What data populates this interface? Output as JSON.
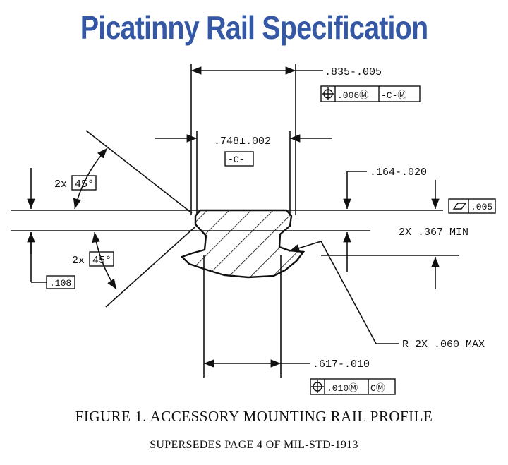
{
  "title": "Picatinny Rail Specification",
  "dimensions": {
    "top_width": ".835-.005",
    "top_tol_box": [
      ".006Ⓜ",
      "-C-Ⓜ"
    ],
    "inner_width": ".748±.002",
    "datum_c": "-C-",
    "height_right": ".164-.020",
    "flatness": ".005",
    "min_dim": "2X .367 MIN",
    "angle_top_prefix": "2x",
    "angle_top": "45°",
    "angle_bottom_prefix": "2x",
    "angle_bottom": "45°",
    "left_dim": ".108",
    "radius": "R 2X .060 MAX",
    "bottom_width": ".617-.010",
    "bottom_tol_box": [
      ".010Ⓜ",
      "CⓂ"
    ]
  },
  "caption": "FIGURE 1. ACCESSORY MOUNTING RAIL PROFILE",
  "subcaption": "SUPERSEDES PAGE 4 OF MIL-STD-1913",
  "colors": {
    "title": "#3458a6",
    "ink": "#111111"
  }
}
